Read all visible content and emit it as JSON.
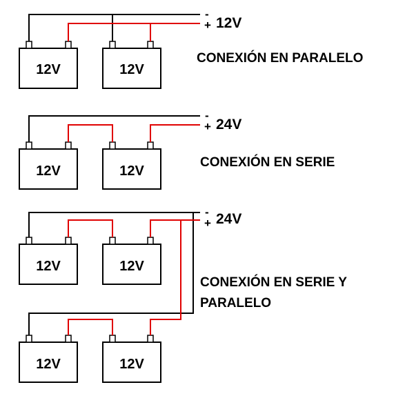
{
  "colors": {
    "negative_wire": "#000000",
    "positive_wire": "#e00000",
    "background": "#ffffff"
  },
  "symbols": {
    "minus": "-",
    "plus": "+"
  },
  "parallel": {
    "title": "CONEXIÓN EN PARALELO",
    "output_voltage": "12V",
    "batteries": [
      {
        "label": "12V"
      },
      {
        "label": "12V"
      }
    ]
  },
  "series": {
    "title": "CONEXIÓN EN SERIE",
    "output_voltage": "24V",
    "batteries": [
      {
        "label": "12V"
      },
      {
        "label": "12V"
      }
    ]
  },
  "series_parallel": {
    "title_line1": "CONEXIÓN EN SERIE Y",
    "title_line2": "PARALELO",
    "output_voltage": "24V",
    "batteries": [
      {
        "label": "12V"
      },
      {
        "label": "12V"
      },
      {
        "label": "12V"
      },
      {
        "label": "12V"
      }
    ]
  }
}
